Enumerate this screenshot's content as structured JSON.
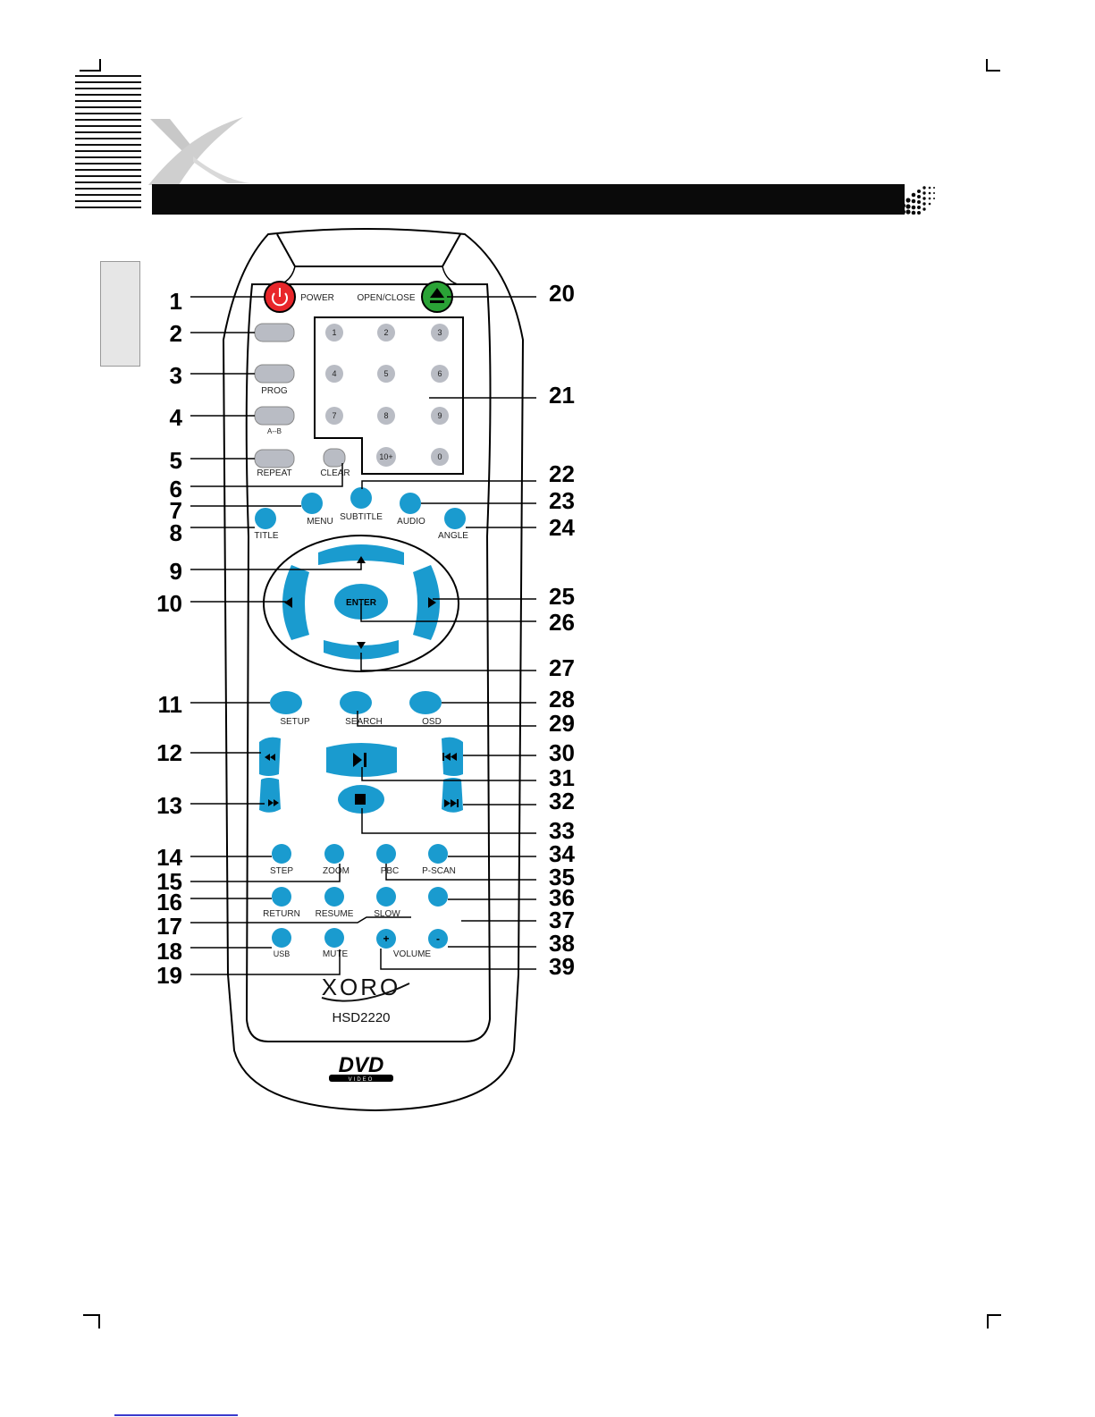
{
  "remote": {
    "model": "HSD2220",
    "brand_logo": "XORO",
    "disc_logo": "DVD VIDEO",
    "labels": {
      "power": "POWER",
      "open_close": "OPEN/CLOSE",
      "prog": "PROG",
      "ab": "A--B",
      "repeat": "REPEAT",
      "clear": "CLEAR",
      "menu": "MENU",
      "subtitle": "SUBTITLE",
      "audio": "AUDIO",
      "title": "TITLE",
      "angle": "ANGLE",
      "enter": "ENTER",
      "setup": "SETUP",
      "search": "SEARCH",
      "osd": "OSD",
      "step": "STEP",
      "zoom": "ZOOM",
      "pbc": "PBC",
      "pscan": "P-SCAN",
      "return": "RETURN",
      "resume": "RESUME",
      "slow": "SLOW",
      "usb": "USB",
      "mute": "MUTE",
      "volume": "VOLUME",
      "plus": "+",
      "minus": "-"
    },
    "keypad": [
      "1",
      "2",
      "3",
      "4",
      "5",
      "6",
      "7",
      "8",
      "9",
      "10+",
      "0"
    ],
    "callouts_left": [
      "1",
      "2",
      "3",
      "4",
      "5",
      "6",
      "7",
      "8",
      "9",
      "10",
      "11",
      "12",
      "13",
      "14",
      "15",
      "16",
      "17",
      "18",
      "19"
    ],
    "callouts_right": [
      "20",
      "21",
      "22",
      "23",
      "24",
      "25",
      "26",
      "27",
      "28",
      "29",
      "30",
      "31",
      "32",
      "33",
      "34",
      "35",
      "36",
      "37",
      "38",
      "39"
    ]
  },
  "colors": {
    "blue_button": "#1a9bcf",
    "gray_button": "#b9bcc4",
    "power_red": "#e8262a",
    "eject_green": "#2aa336",
    "header_bar": "#0a0a0a",
    "side_tab": "#e6e6e6"
  },
  "icons": [
    "power-icon",
    "eject-icon",
    "up-arrow-icon",
    "down-arrow-icon",
    "left-arrow-icon",
    "right-arrow-icon",
    "rewind-icon",
    "fast-forward-icon",
    "play-pause-icon",
    "stop-icon",
    "previous-track-icon",
    "next-track-icon"
  ]
}
